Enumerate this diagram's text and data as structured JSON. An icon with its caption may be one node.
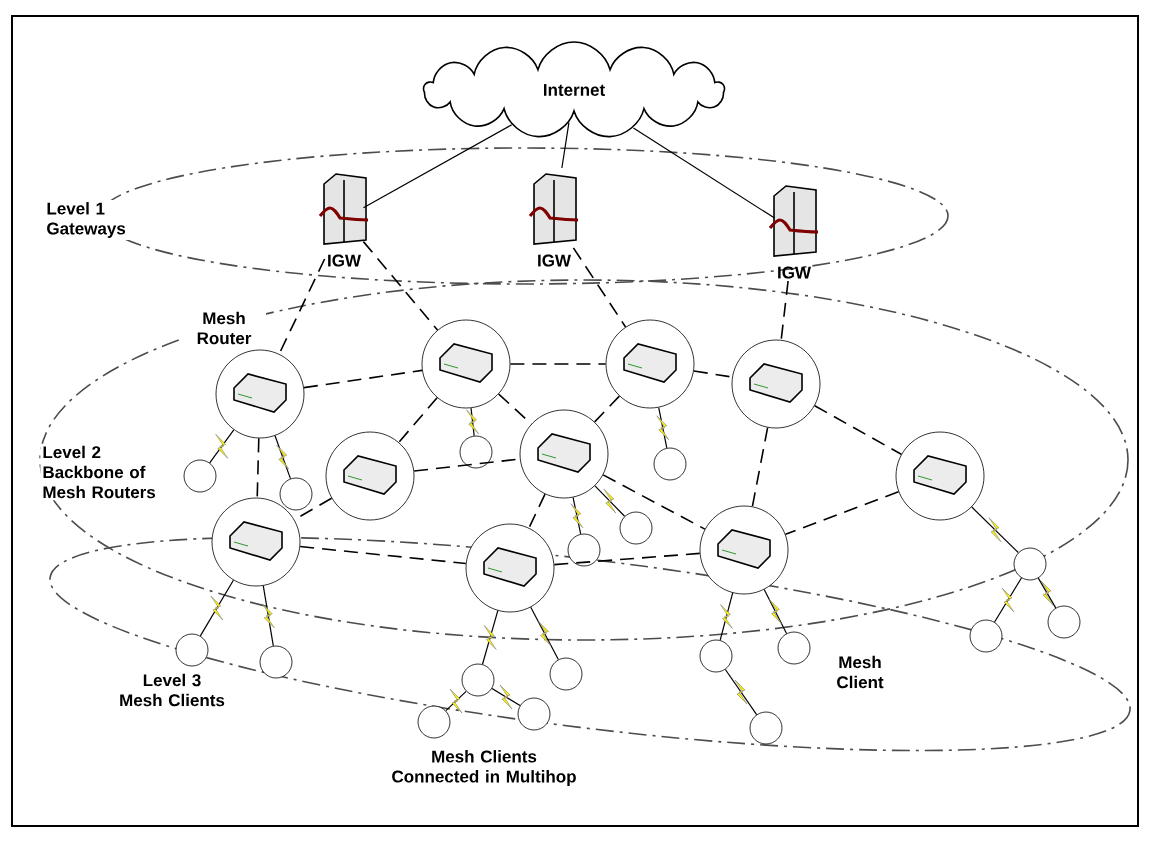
{
  "diagram": {
    "nodes": [
      {
        "text": [
          "Internet"
        ]
      },
      {
        "text": [
          "IGW"
        ]
      },
      {
        "text": [
          "IGW"
        ]
      },
      {
        "text": [
          "IGW"
        ]
      },
      {
        "text": [],
        "shape": "circle"
      },
      {
        "text": [],
        "shape": "circle"
      },
      {
        "text": [],
        "shape": "circle"
      },
      {
        "text": [],
        "shape": "circle"
      },
      {
        "text": [],
        "shape": "circle"
      },
      {
        "text": [],
        "shape": "circle"
      },
      {
        "text": [],
        "shape": "circle"
      },
      {
        "text": [],
        "shape": "circle"
      },
      {
        "text": [],
        "shape": "circle"
      },
      {
        "text": [],
        "shape": "circle"
      },
      {
        "text": [],
        "shape": "circle"
      },
      {
        "text": [],
        "shape": "circle"
      },
      {
        "text": [],
        "shape": "circle"
      },
      {
        "text": [],
        "shape": "circle"
      },
      {
        "text": [],
        "shape": "circle"
      },
      {
        "text": [],
        "shape": "circle"
      },
      {
        "text": [],
        "shape": "circle"
      },
      {
        "text": [],
        "shape": "circle"
      },
      {
        "text": [],
        "shape": "circle"
      },
      {
        "text": [],
        "shape": "circle"
      },
      {
        "text": [],
        "shape": "circle"
      },
      {
        "text": [],
        "shape": "circle"
      },
      {
        "text": [],
        "shape": "circle"
      },
      {
        "text": [],
        "shape": "circle"
      },
      {
        "text": [],
        "shape": "circle"
      },
      {
        "text": [],
        "shape": "circle"
      },
      {
        "text": [],
        "shape": "circle"
      },
      {
        "text": [],
        "shape": "circle"
      }
    ],
    "edges": [
      {
        "from": 0,
        "to": 1,
        "arrow": "none"
      },
      {
        "from": 0,
        "to": 2,
        "arrow": "none"
      },
      {
        "from": 0,
        "to": 3,
        "arrow": "none"
      },
      {
        "from": 1,
        "to": 4,
        "arrow": "none",
        "style": "dashed"
      },
      {
        "from": 1,
        "to": 5,
        "arrow": "none",
        "style": "dashed"
      },
      {
        "from": 2,
        "to": 6,
        "arrow": "none",
        "style": "dashed"
      },
      {
        "from": 3,
        "to": 7,
        "arrow": "none",
        "style": "dashed"
      },
      {
        "from": 4,
        "to": 5,
        "arrow": "none",
        "style": "dashed"
      },
      {
        "from": 5,
        "to": 6,
        "arrow": "none",
        "style": "dashed"
      },
      {
        "from": 6,
        "to": 7,
        "arrow": "none",
        "style": "dashed"
      },
      {
        "from": 4,
        "to": 11,
        "arrow": "none",
        "style": "dashed"
      },
      {
        "from": 5,
        "to": 8,
        "arrow": "none",
        "style": "dashed"
      },
      {
        "from": 5,
        "to": 9,
        "arrow": "none",
        "style": "dashed"
      },
      {
        "from": 6,
        "to": 9,
        "arrow": "none",
        "style": "dashed"
      },
      {
        "from": 8,
        "to": 9,
        "arrow": "none",
        "style": "dashed"
      },
      {
        "from": 8,
        "to": 11,
        "arrow": "none",
        "style": "dashed"
      },
      {
        "from": 7,
        "to": 10,
        "arrow": "none",
        "style": "dashed"
      },
      {
        "from": 7,
        "to": 13,
        "arrow": "none",
        "style": "dashed"
      },
      {
        "from": 9,
        "to": 13,
        "arrow": "none",
        "style": "dashed"
      },
      {
        "from": 9,
        "to": 12,
        "arrow": "none",
        "style": "dashed"
      },
      {
        "from": 10,
        "to": 13,
        "arrow": "none",
        "style": "dashed"
      },
      {
        "from": 11,
        "to": 12,
        "arrow": "none",
        "style": "dashed"
      },
      {
        "from": 12,
        "to": 13,
        "arrow": "none",
        "style": "dashed"
      },
      {
        "from": 4,
        "to": 14,
        "arrow": "none"
      },
      {
        "from": 4,
        "to": 15,
        "arrow": "none"
      },
      {
        "from": 5,
        "to": 16,
        "arrow": "none"
      },
      {
        "from": 6,
        "to": 17,
        "arrow": "none"
      },
      {
        "from": 9,
        "to": 18,
        "arrow": "none"
      },
      {
        "from": 9,
        "to": 19,
        "arrow": "none"
      },
      {
        "from": 10,
        "to": 20,
        "arrow": "none"
      },
      {
        "from": 11,
        "to": 21,
        "arrow": "none"
      },
      {
        "from": 11,
        "to": 22,
        "arrow": "none"
      },
      {
        "from": 12,
        "to": 23,
        "arrow": "none"
      },
      {
        "from": 12,
        "to": 24,
        "arrow": "none"
      },
      {
        "from": 13,
        "to": 25,
        "arrow": "none"
      },
      {
        "from": 13,
        "to": 26,
        "arrow": "none"
      },
      {
        "from": 23,
        "to": 27,
        "arrow": "none"
      },
      {
        "from": 23,
        "to": 28,
        "arrow": "none"
      },
      {
        "from": 25,
        "to": 29,
        "arrow": "none"
      },
      {
        "from": 20,
        "to": 30,
        "arrow": "none"
      },
      {
        "from": 20,
        "to": 31,
        "arrow": "none"
      }
    ],
    "labels": [
      "Level 1 Gateways",
      "Mesh Router",
      "Level 2 Backbone of Mesh Routers",
      "Level 3 Mesh Clients",
      "Mesh Client",
      "Mesh Clients Connected in Multihop"
    ]
  }
}
